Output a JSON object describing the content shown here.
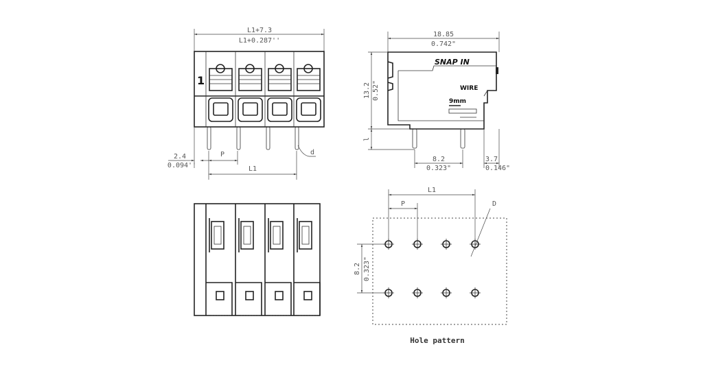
{
  "front_view": {
    "overall_mm": "L1+7.3",
    "overall_in": "L1+0.287''",
    "pin1_mark": "1",
    "offset_mm": "2.4",
    "offset_in": "0.094''",
    "pitch": "P",
    "length": "L1",
    "pin_dia": "d"
  },
  "side_view": {
    "width_mm": "18.85",
    "width_in": "0.742\"",
    "height_mm": "13.2",
    "height_in": "0.52\"",
    "pin_len": "l",
    "pin_spacing_mm": "8.2",
    "pin_spacing_in": "0.323\"",
    "rear_mm": "3.7",
    "rear_in": "0.146\"",
    "logo": "SNAP IN",
    "wire_label": "WIRE",
    "strip_length": "9mm"
  },
  "hole_pattern": {
    "length": "L1",
    "pitch": "P",
    "hole_dia": "D",
    "row_spacing_mm": "8.2",
    "row_spacing_in": "0.323\"",
    "caption": "Hole pattern"
  }
}
